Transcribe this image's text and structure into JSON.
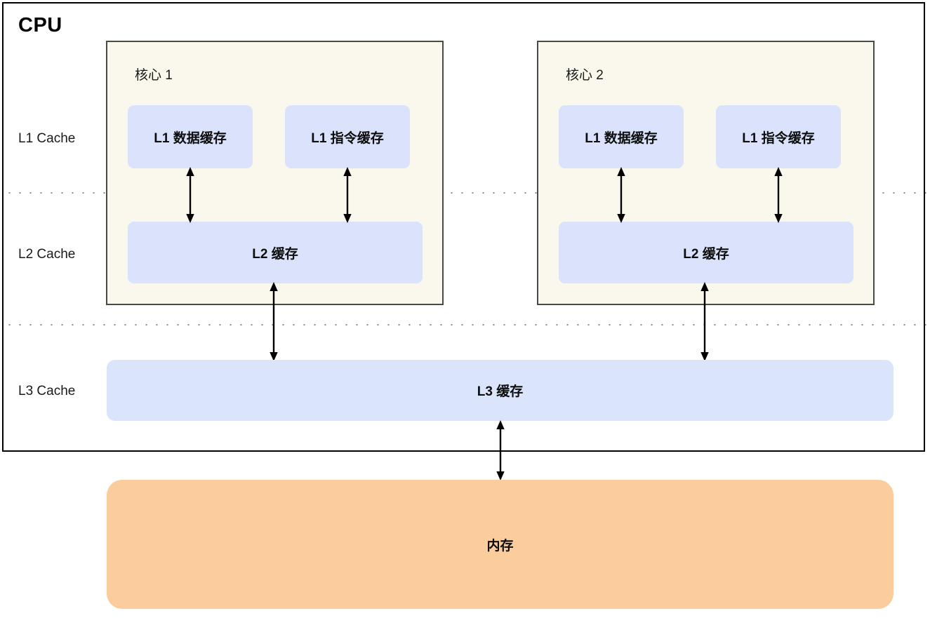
{
  "diagram": {
    "title": "CPU",
    "level_labels": [
      {
        "id": "l1",
        "text": "L1 Cache"
      },
      {
        "id": "l2",
        "text": "L2 Cache"
      },
      {
        "id": "l3",
        "text": "L3 Cache"
      }
    ],
    "cores": [
      {
        "id": "core-1",
        "title": "核心 1",
        "l1_data": "L1 数据缓存",
        "l1_instruction": "L1 指令缓存",
        "l2": "L2 缓存"
      },
      {
        "id": "core-2",
        "title": "核心 2",
        "l1_data": "L1 数据缓存",
        "l1_instruction": "L1 指令缓存",
        "l2": "L2 缓存"
      }
    ],
    "shared": {
      "l3": "L3 缓存",
      "memory": "内存"
    },
    "colors": {
      "cache_fill": "#dae3fb",
      "core_fill": "#faf8ec",
      "core_border": "#4a4a44",
      "memory_fill": "#fbcd9c",
      "cpu_border": "#000000",
      "text": "#0d0d0d"
    }
  }
}
